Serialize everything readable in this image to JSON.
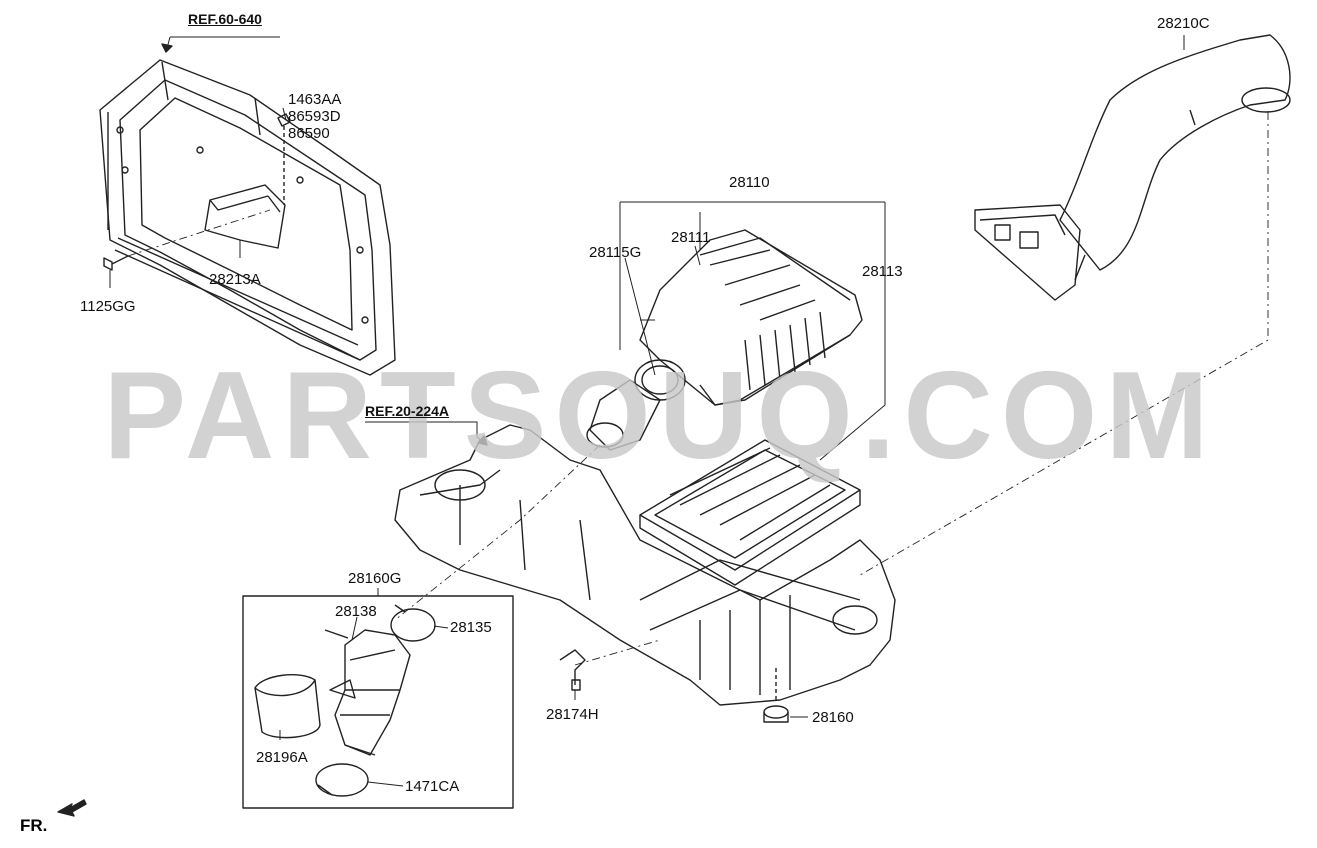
{
  "watermark": "PARTSOUQ.COM",
  "front_marker": "FR.",
  "refs": {
    "radiator_support": "REF.60-640",
    "engine_cover": "REF.20-224A"
  },
  "labels": {
    "p1463AA": "1463AA",
    "p86593D": "86593D",
    "p86590": "86590",
    "p1125GG": "1125GG",
    "p28213A": "28213A",
    "p28110": "28110",
    "p28111": "28111",
    "p28115G": "28115G",
    "p28113": "28113",
    "p28210C": "28210C",
    "p28160G": "28160G",
    "p28138": "28138",
    "p28135": "28135",
    "p28196A": "28196A",
    "p1471CA": "1471CA",
    "p28174H": "28174H",
    "p28160": "28160"
  },
  "colors": {
    "line": "#222222",
    "watermark": "#c9c9c9"
  }
}
